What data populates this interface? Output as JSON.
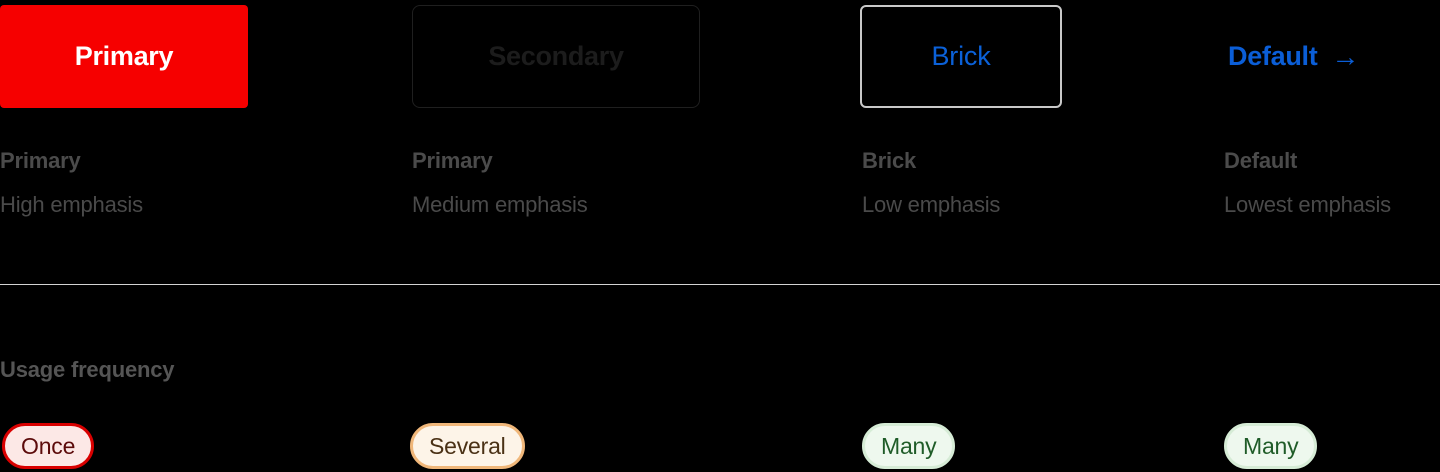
{
  "buttons": [
    {
      "label": "Primary",
      "variant": "primary",
      "icon": null
    },
    {
      "label": "Secondary",
      "variant": "secondary",
      "icon": null
    },
    {
      "label": "Brick",
      "variant": "brick",
      "icon": null
    },
    {
      "label": "Default",
      "variant": "default",
      "icon": "arrow-right-icon",
      "icon_glyph": "→"
    }
  ],
  "captions": [
    {
      "title": "Primary",
      "subtitle": "High emphasis"
    },
    {
      "title": "Primary",
      "subtitle": "Medium emphasis"
    },
    {
      "title": "Brick",
      "subtitle": "Low emphasis"
    },
    {
      "title": "Default",
      "subtitle": "Lowest emphasis"
    }
  ],
  "usage": {
    "section_label": "Usage frequency",
    "badges": [
      {
        "label": "Once",
        "level": "once"
      },
      {
        "label": "Several",
        "level": "several"
      },
      {
        "label": "Many",
        "level": "many"
      },
      {
        "label": "Many",
        "level": "many"
      }
    ]
  },
  "colors": {
    "background": "#000000",
    "primary_red": "#f60000",
    "brand_blue": "#0b5ed7",
    "secondary_border": "#1f1f1f",
    "brick_border": "#c9c9c9",
    "caption_text": "#4b4b4b",
    "divider": "#d3d3d3",
    "badge_once_bg": "#fce8e6",
    "badge_once_border": "#d90000",
    "badge_once_text": "#5c0b0b",
    "badge_several_bg": "#fdf4e8",
    "badge_several_border": "#f0b77a",
    "badge_several_text": "#4a3115",
    "badge_many_bg": "#eef8ee",
    "badge_many_border": "#d6ecd6",
    "badge_many_text": "#1f5c28"
  }
}
